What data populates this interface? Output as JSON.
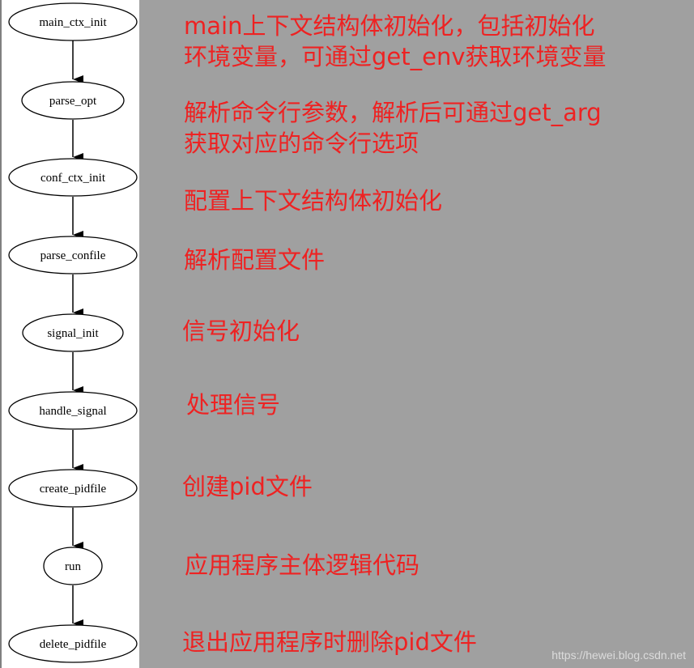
{
  "colors": {
    "background": "#a0a0a0",
    "panel": "#ffffff",
    "annotation_text": "#ee2222",
    "watermark": "#dcdcdc"
  },
  "flow": {
    "nodes": [
      {
        "id": "main_ctx_init",
        "label": "main_ctx_init"
      },
      {
        "id": "parse_opt",
        "label": "parse_opt"
      },
      {
        "id": "conf_ctx_init",
        "label": "conf_ctx_init"
      },
      {
        "id": "parse_confile",
        "label": "parse_confile"
      },
      {
        "id": "signal_init",
        "label": "signal_init"
      },
      {
        "id": "handle_signal",
        "label": "handle_signal"
      },
      {
        "id": "create_pidfile",
        "label": "create_pidfile"
      },
      {
        "id": "run",
        "label": "run"
      },
      {
        "id": "delete_pidfile",
        "label": "delete_pidfile"
      }
    ],
    "edges": [
      [
        "main_ctx_init",
        "parse_opt"
      ],
      [
        "parse_opt",
        "conf_ctx_init"
      ],
      [
        "conf_ctx_init",
        "parse_confile"
      ],
      [
        "parse_confile",
        "signal_init"
      ],
      [
        "signal_init",
        "handle_signal"
      ],
      [
        "handle_signal",
        "create_pidfile"
      ],
      [
        "create_pidfile",
        "run"
      ],
      [
        "run",
        "delete_pidfile"
      ]
    ]
  },
  "annotations": [
    {
      "line1": "main上下文结构体初始化，包括初始化",
      "line2": "环境变量，可通过get_env获取环境变量"
    },
    {
      "line1": "解析命令行参数，解析后可通过get_arg",
      "line2": "获取对应的命令行选项"
    },
    {
      "line1": "配置上下文结构体初始化"
    },
    {
      "line1": "解析配置文件"
    },
    {
      "line1": "信号初始化"
    },
    {
      "line1": "处理信号"
    },
    {
      "line1": "创建pid文件"
    },
    {
      "line1": "应用程序主体逻辑代码"
    },
    {
      "line1": "退出应用程序时删除pid文件"
    }
  ],
  "watermark": "https://hewei.blog.csdn.net"
}
